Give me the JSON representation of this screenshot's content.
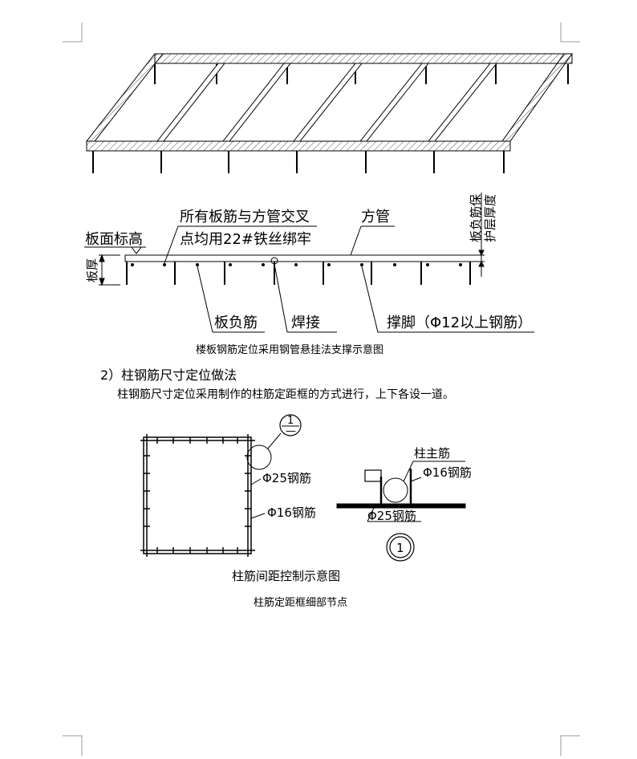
{
  "slab_section": {
    "label_board_surface": "板面标高",
    "label_tie_line1": "所有板筋与方管交叉",
    "label_tie_line2": "点均用22#铁丝绑牢",
    "label_square_tube": "方管",
    "label_cover_line1": "板负筋保",
    "label_cover_line2": "护层厚度",
    "label_thickness": "板厚",
    "label_neg_rebar": "板负筋",
    "label_weld": "焊接",
    "label_support": "撑脚（Φ12以上钢筋）",
    "caption": "楼板钢筋定位采用钢管悬挂法支撑示意图"
  },
  "section2": {
    "heading": "2）柱钢筋尺寸定位做法",
    "body": "柱钢筋尺寸定位采用制作的柱筋定距框的方式进行，上下各设一道。"
  },
  "column_frame": {
    "label_phi25": "Φ25钢筋",
    "label_phi16": "Φ16钢筋",
    "detail_ref_number": "1",
    "detail_ref_denominator": "—",
    "caption": "柱筋间距控制示意图"
  },
  "node_detail": {
    "label_main_bar": "柱主筋",
    "label_phi16": "Φ16钢筋",
    "label_phi25": "Φ25钢筋",
    "detail_number": "1",
    "caption": "柱筋定距框细部节点"
  }
}
